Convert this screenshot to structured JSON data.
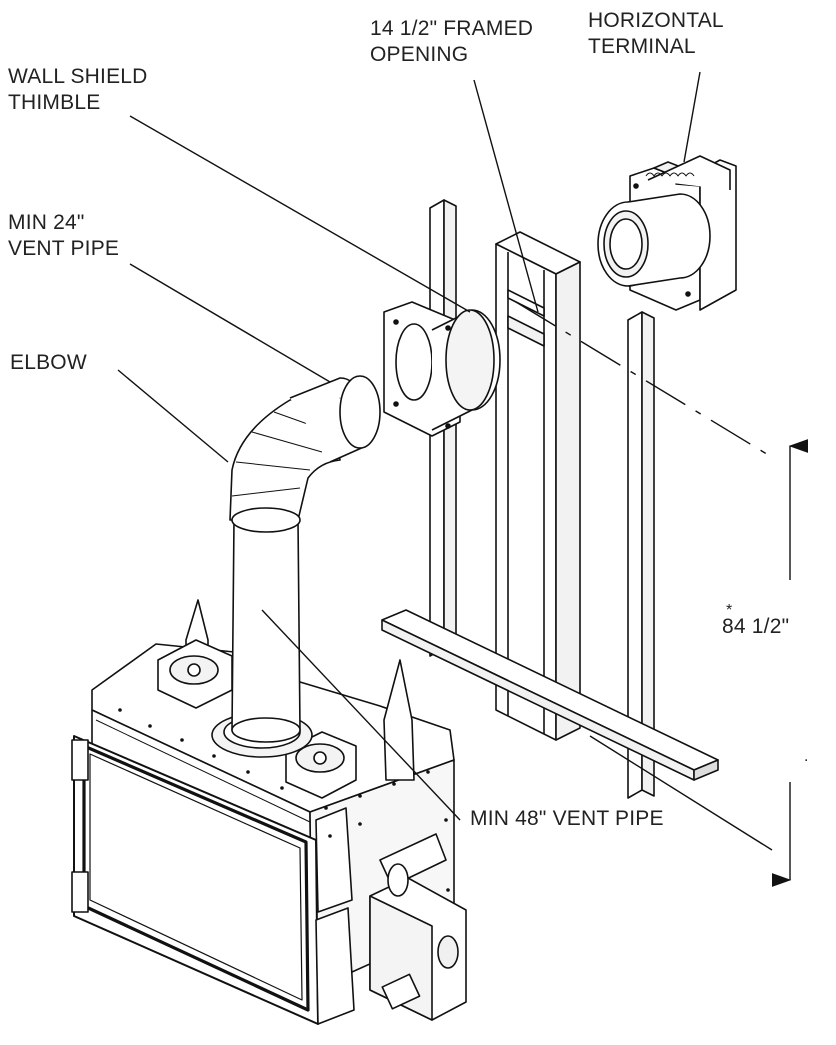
{
  "labels": {
    "framed_opening": [
      "14 1/2\" FRAMED",
      "OPENING"
    ],
    "horizontal_terminal": [
      "HORIZONTAL",
      "TERMINAL"
    ],
    "wall_shield": [
      "WALL SHIELD",
      "THIMBLE"
    ],
    "min_24": [
      "MIN 24\"",
      "VENT PIPE"
    ],
    "elbow": "ELBOW",
    "min_48": "MIN 48\" VENT PIPE",
    "asterisk": "*",
    "height": "84 1/2\"",
    "dot": "."
  }
}
